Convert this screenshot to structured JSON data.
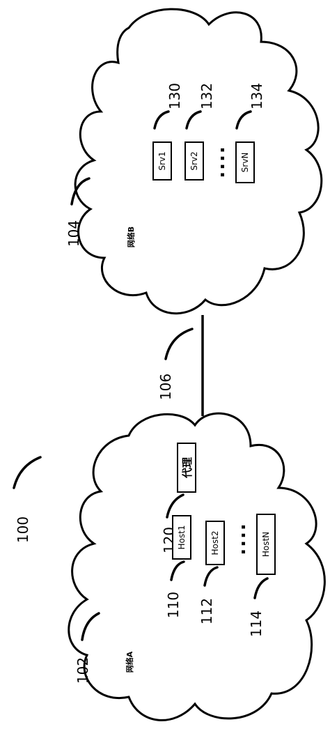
{
  "figure_ref": "100",
  "network_a": {
    "ref": "102",
    "label": "网络A",
    "hosts": [
      {
        "ref": "110",
        "label": "Host1"
      },
      {
        "ref": "112",
        "label": "Host2"
      },
      {
        "ref": "114",
        "label": "HostN"
      }
    ],
    "proxy": {
      "ref": "120",
      "label": "代理"
    }
  },
  "link": {
    "ref": "106"
  },
  "network_b": {
    "ref": "104",
    "label": "网络B",
    "servers": [
      {
        "ref": "130",
        "label": "Srv1"
      },
      {
        "ref": "132",
        "label": "Srv2"
      },
      {
        "ref": "134",
        "label": "SrvN"
      }
    ]
  },
  "ellipsis": "...."
}
